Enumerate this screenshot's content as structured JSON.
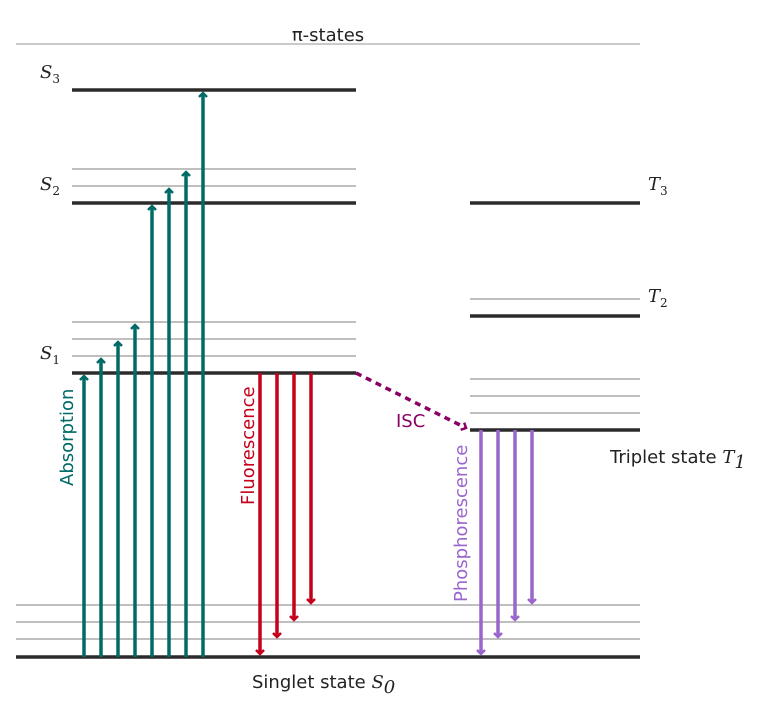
{
  "title": "π-states",
  "levels": {
    "s3": {
      "symbol": "S",
      "sub": "3"
    },
    "s2": {
      "symbol": "S",
      "sub": "2"
    },
    "s1": {
      "symbol": "S",
      "sub": "1"
    },
    "t3": {
      "symbol": "T",
      "sub": "3"
    },
    "t2": {
      "symbol": "T",
      "sub": "2"
    }
  },
  "labels": {
    "singlet_ground": "Singlet state ",
    "singlet_ground_symbol": "S",
    "singlet_ground_sub": "0",
    "triplet": "Triplet state ",
    "triplet_symbol": "T",
    "triplet_sub": "1",
    "absorption": "Absorption",
    "fluorescence": "Fluorescence",
    "isc": "ISC",
    "phosphorescence": "Phosphorescence"
  },
  "colors": {
    "absorption": "#006b66",
    "fluorescence": "#c4001b",
    "isc": "#8a0063",
    "phosphorescence": "#9a66cc",
    "level": "#2b2b2b",
    "sublevel": "#aaaaaa"
  }
}
